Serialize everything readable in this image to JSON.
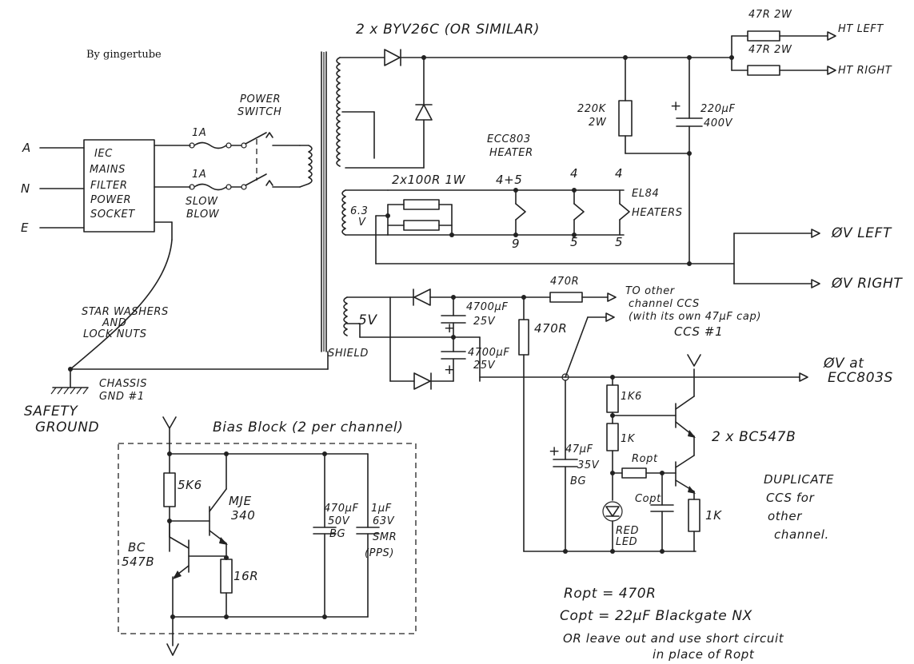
{
  "credit": "By gingertube",
  "rectifier_title": "2 x BYV26C (OR SIMILAR)",
  "inputs": [
    "A",
    "N",
    "E"
  ],
  "iec": [
    "IEC",
    "MAINS",
    "FILTER",
    "POWER",
    "SOCKET"
  ],
  "fuse_label_top": "1A",
  "fuse_label_bottom": "1A",
  "slow_blow": [
    "SLOW",
    "BLOW"
  ],
  "power_switch": [
    "POWER",
    "SWITCH"
  ],
  "star_washers": [
    "STAR WASHERS",
    "AND",
    "LOCK NUTS"
  ],
  "chassis": [
    "CHASSIS",
    "GND #1"
  ],
  "safety_ground": [
    "SAFETY",
    "GROUND"
  ],
  "shield": "SHIELD",
  "ht_resistors": [
    "47R 2W",
    "47R 2W"
  ],
  "ht_outputs": [
    "HT LEFT",
    "HT RIGHT"
  ],
  "bleeder": [
    "220K",
    "2W"
  ],
  "reservoir": [
    "220µF",
    "400V"
  ],
  "heater_title": [
    "ECC803",
    "HEATER"
  ],
  "heater_res": "2x100R 1W",
  "pins_top": [
    "4+5",
    "4",
    "4"
  ],
  "pins_bottom": [
    "9",
    "5",
    "5"
  ],
  "el84": [
    "EL84",
    "HEATERS"
  ],
  "v63": [
    "6.3",
    "V"
  ],
  "zero_outputs": [
    "ØV LEFT",
    "ØV RIGHT"
  ],
  "v5": "5V",
  "cap_4700a": [
    "4700µF",
    "25V"
  ],
  "cap_4700b": [
    "4700µF",
    "25V"
  ],
  "r470_series": "470R",
  "r470_shunt": "470R",
  "to_other": [
    "TO other",
    "channel CCS",
    "(with its own 47µF cap)"
  ],
  "ccs1": "CCS #1",
  "zero_ecc": [
    "ØV at",
    "ECC803S"
  ],
  "r1k6": "1K6",
  "r1k": "1K",
  "rk_low": "1K",
  "ropt_small": "Ropt",
  "copt_small": "Copt",
  "red_led": [
    "RED",
    "LED"
  ],
  "cap47": [
    "47µF",
    "35V",
    "BG"
  ],
  "bc547_pair": "2 x BC547B",
  "duplicate": [
    "DUPLICATE",
    "CCS for",
    "other",
    "channel."
  ],
  "bias_title": "Bias Block (2 per channel)",
  "r5k6": "5K6",
  "mje": [
    "MJE",
    "340"
  ],
  "bc547": [
    "BC",
    "547B"
  ],
  "r16": "16R",
  "cap470": [
    "470µF",
    "50V",
    "BG"
  ],
  "cap1u": [
    "1µF",
    "63V",
    "SMR",
    "(PPS)"
  ],
  "notes": [
    "Ropt = 470R",
    "Copt = 22µF Blackgate NX",
    "OR leave out and use short circuit",
    "in place of Ropt"
  ]
}
